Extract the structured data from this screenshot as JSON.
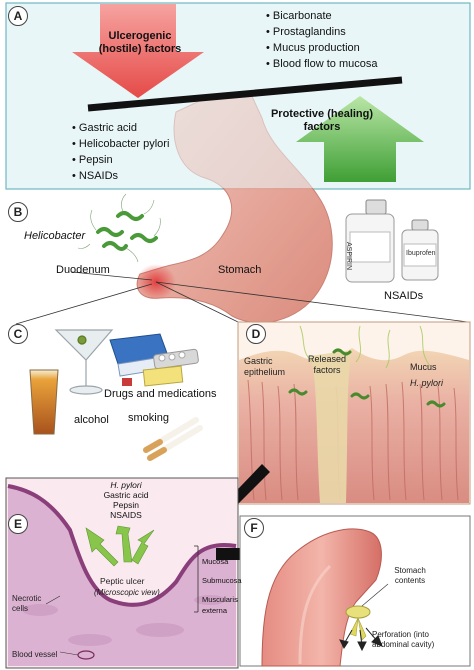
{
  "panel_a": {
    "letter": "A",
    "ulcerogenic": "Ulcerogenic (hostile) factors",
    "harmful": [
      "Gastric acid",
      "Helicobacter pylori",
      "Pepsin",
      "NSAIDs"
    ],
    "protective_title": "Protective (healing) factors",
    "protective": [
      "Bicarbonate",
      "Prostaglandins",
      "Mucus production",
      "Blood flow to mucosa"
    ]
  },
  "panel_b": {
    "letter": "B",
    "helicobacter": "Helicobacter",
    "duodenum": "Duodenum",
    "stomach": "Stomach",
    "nsaids": "NSAIDs",
    "bottle1": "ASPIRIN",
    "bottle2": "Ibuprofen"
  },
  "panel_c": {
    "letter": "C",
    "drugs": "Drugs and medications",
    "alcohol": "alcohol",
    "smoking": "smoking"
  },
  "panel_d": {
    "letter": "D",
    "gastric_epithelium": "Gastric epithelium",
    "released_factors": "Released factors",
    "mucus": "Mucus",
    "hpylori": "H. pylori"
  },
  "panel_e": {
    "letter": "E",
    "factors": [
      "H. pylori",
      "Gastric acid",
      "Pepsin",
      "NSAIDS"
    ],
    "peptic_ulcer": "Peptic ulcer",
    "micro_view": "(Microscopic view)",
    "layers": [
      "Mucosa",
      "Submucosa",
      "Muscularis externa"
    ],
    "necrotic": "Necrotic cells",
    "blood_vessel": "Blood vessel"
  },
  "panel_f": {
    "letter": "F",
    "stomach_contents": "Stomach contents",
    "perforation": "Perforation (into abdominal cavity)"
  },
  "colors": {
    "panel_a_bg": "#e9f6f7",
    "panel_a_border": "#6fb8c2",
    "hostile_arrow": "#e8504f",
    "protective_arrow": "#4aa83c",
    "tissue_pink": "#e9a8a4",
    "stomach": "#e6a49a"
  }
}
